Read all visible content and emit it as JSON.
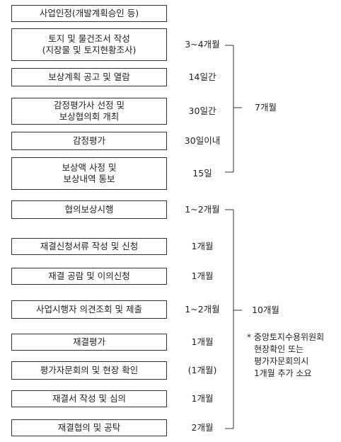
{
  "steps": [
    {
      "lines": [
        "사업인정(개발계획승인 등)"
      ],
      "duration": ""
    },
    {
      "lines": [
        "토지 및 물건조서 작성",
        "(지장물 및 토지현황조사)"
      ],
      "duration": "3~4개월"
    },
    {
      "lines": [
        "보상계획 공고 및 열람"
      ],
      "duration": "14일간"
    },
    {
      "lines": [
        "감정평가사 선정 및",
        "보상협의회 개최"
      ],
      "duration": "30일간"
    },
    {
      "lines": [
        "감정평가"
      ],
      "duration": "30일이내"
    },
    {
      "lines": [
        "보상액 사정 및",
        "보상내역 통보"
      ],
      "duration": "15일"
    },
    {
      "lines": [
        "협의보상시행"
      ],
      "duration": "1~2개월"
    },
    {
      "lines": [
        "재결신청서류 작성 및 신청"
      ],
      "duration": "1개월"
    },
    {
      "lines": [
        "재결 공람 및 이의신청"
      ],
      "duration": "1개월"
    },
    {
      "lines": [
        "사업시행자 의견조회 및 제출"
      ],
      "duration": "1~2개월"
    },
    {
      "lines": [
        "재결평가"
      ],
      "duration": "1개월"
    },
    {
      "lines": [
        "평가자문회의 및 현장 확인"
      ],
      "duration": "(1개월)"
    },
    {
      "lines": [
        "재결서 작성 및 심의"
      ],
      "duration": "1개월"
    },
    {
      "lines": [
        "재결협의 및 공탁"
      ],
      "duration": "2개월"
    }
  ],
  "group1": {
    "total": "7개월"
  },
  "group2": {
    "total": "10개월",
    "note": [
      "* 중앙토지수용위원회",
      "현장확인 또는",
      "평가자문회의시",
      "1개월 추가 소요"
    ]
  }
}
